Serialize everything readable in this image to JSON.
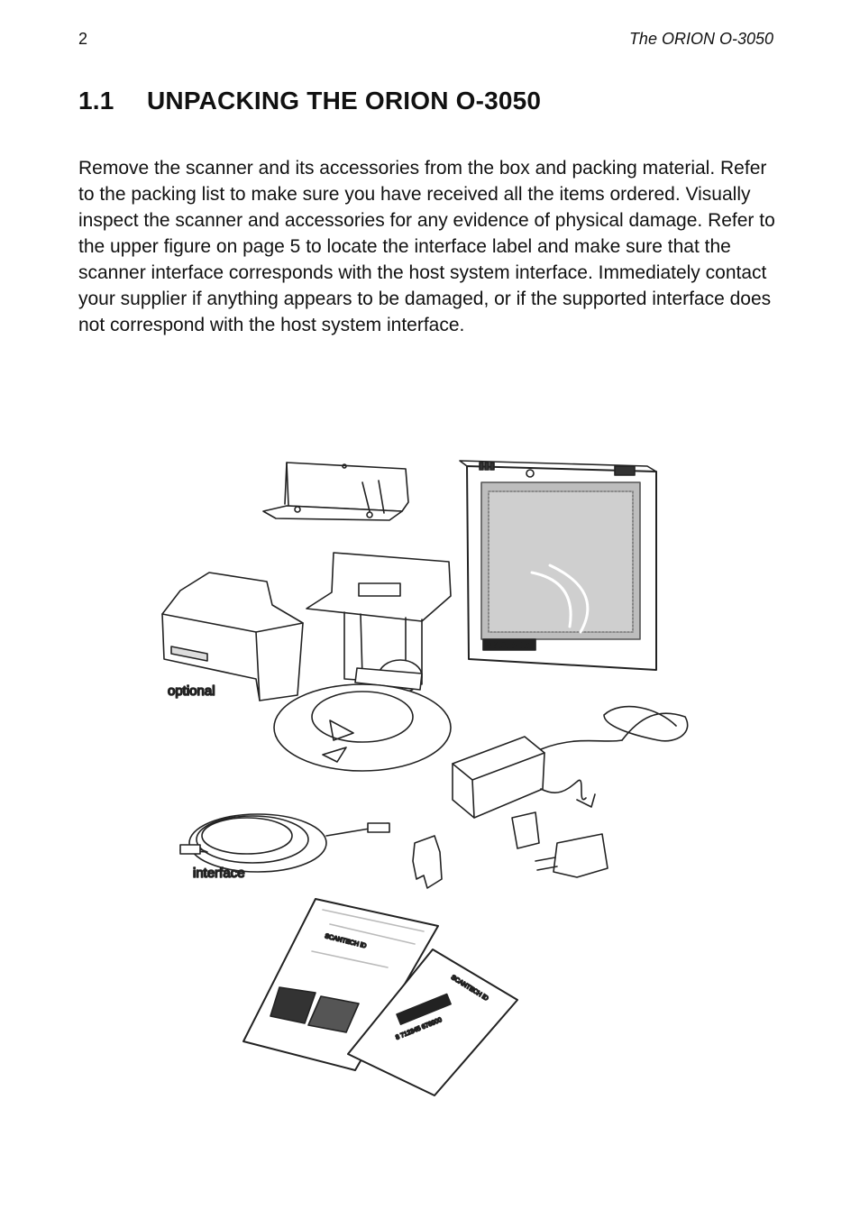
{
  "header": {
    "page_number": "2",
    "running_title": "The ORION O-3050"
  },
  "section": {
    "number": "1.1",
    "title": "UNPACKING THE ORION O-3050"
  },
  "body": {
    "paragraph": "Remove the scanner and its accessories from the box and packing material. Refer to the packing list to make sure you have received all the items ordered. Visually inspect the scanner and accessories for any evidence of physical damage. Refer to the upper figure on page 5 to locate the interface label and make sure that the scanner interface corresponds with the host system interface. Immediately contact your supplier if anything appears to be damaged, or if the supported interface does not correspond with the host system interface."
  },
  "figure": {
    "label_optional": "optional",
    "label_interface": "interface",
    "scanner_brand": "SCANTECH iD",
    "manual_brand": "SCANTECH iD",
    "card_brand": "SCANTECH iD",
    "card_barcode_digits": "8 712345 678900"
  }
}
